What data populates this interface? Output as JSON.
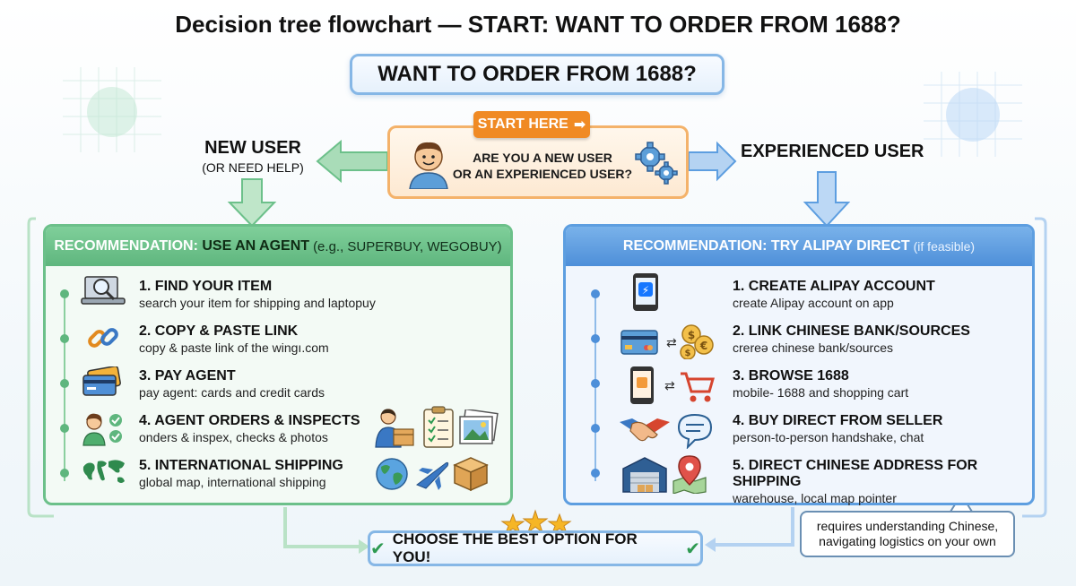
{
  "title": "Decision tree flowchart — START: WANT TO ORDER FROM 1688?",
  "question": "WANT TO ORDER FROM 1688?",
  "start_label": "START HERE",
  "center_question": [
    "ARE YOU A NEW USER",
    "OR AN EXPERIENCED USER?"
  ],
  "new_user": {
    "label": "NEW USER",
    "sub": "(OR NEED HELP)"
  },
  "experienced_user": {
    "label": "EXPERIENCED USER"
  },
  "left": {
    "header_prefix": "RECOMMENDATION:",
    "header_highlight": "USE AN AGENT",
    "header_suffix": "(e.g., SUPERBUY, WEGOBUY)",
    "steps": [
      {
        "title": "1. FIND YOUR ITEM",
        "desc": "search your item for shipping and laptopuy"
      },
      {
        "title": "2. COPY & PASTE LINK",
        "desc": "copy & paste link of the wingı.com"
      },
      {
        "title": "3. PAY AGENT",
        "desc": "pay agent: cards and credit cards"
      },
      {
        "title": "4. AGENT ORDERS & INSPECTS",
        "desc": "onders & inspex, checks & photos"
      },
      {
        "title": "5. INTERNATIONAL SHIPPING",
        "desc": "global map, international shipping"
      }
    ]
  },
  "right": {
    "header_prefix": "RECOMMENDATION:",
    "header_highlight": "TRY ALIPAY DIRECT",
    "header_suffix": "(if feasible)",
    "steps": [
      {
        "title": "1. CREATE ALIPAY ACCOUNT",
        "desc": "create Alipay account on app"
      },
      {
        "title": "2. LINK CHINESE BANK/SOURCES",
        "desc": "crereə chinese bank/sources"
      },
      {
        "title": "3. BROWSE 1688",
        "desc": "mobile- 1688 and shopping cart"
      },
      {
        "title": "4. BUY DIRECT FROM SELLER",
        "desc": "person-to-person handshake, chat"
      },
      {
        "title": "5. DIRECT CHINESE ADDRESS FOR SHIPPING",
        "desc": "warehouse, local map pointer"
      }
    ]
  },
  "choose": "CHOOSE THE BEST OPTION FOR YOU!",
  "note": [
    "requires understanding Chinese,",
    "navigating logistics on your own"
  ],
  "colors": {
    "green": "#6cc08a",
    "blue": "#5d9ee0",
    "orange": "#f08a24"
  }
}
